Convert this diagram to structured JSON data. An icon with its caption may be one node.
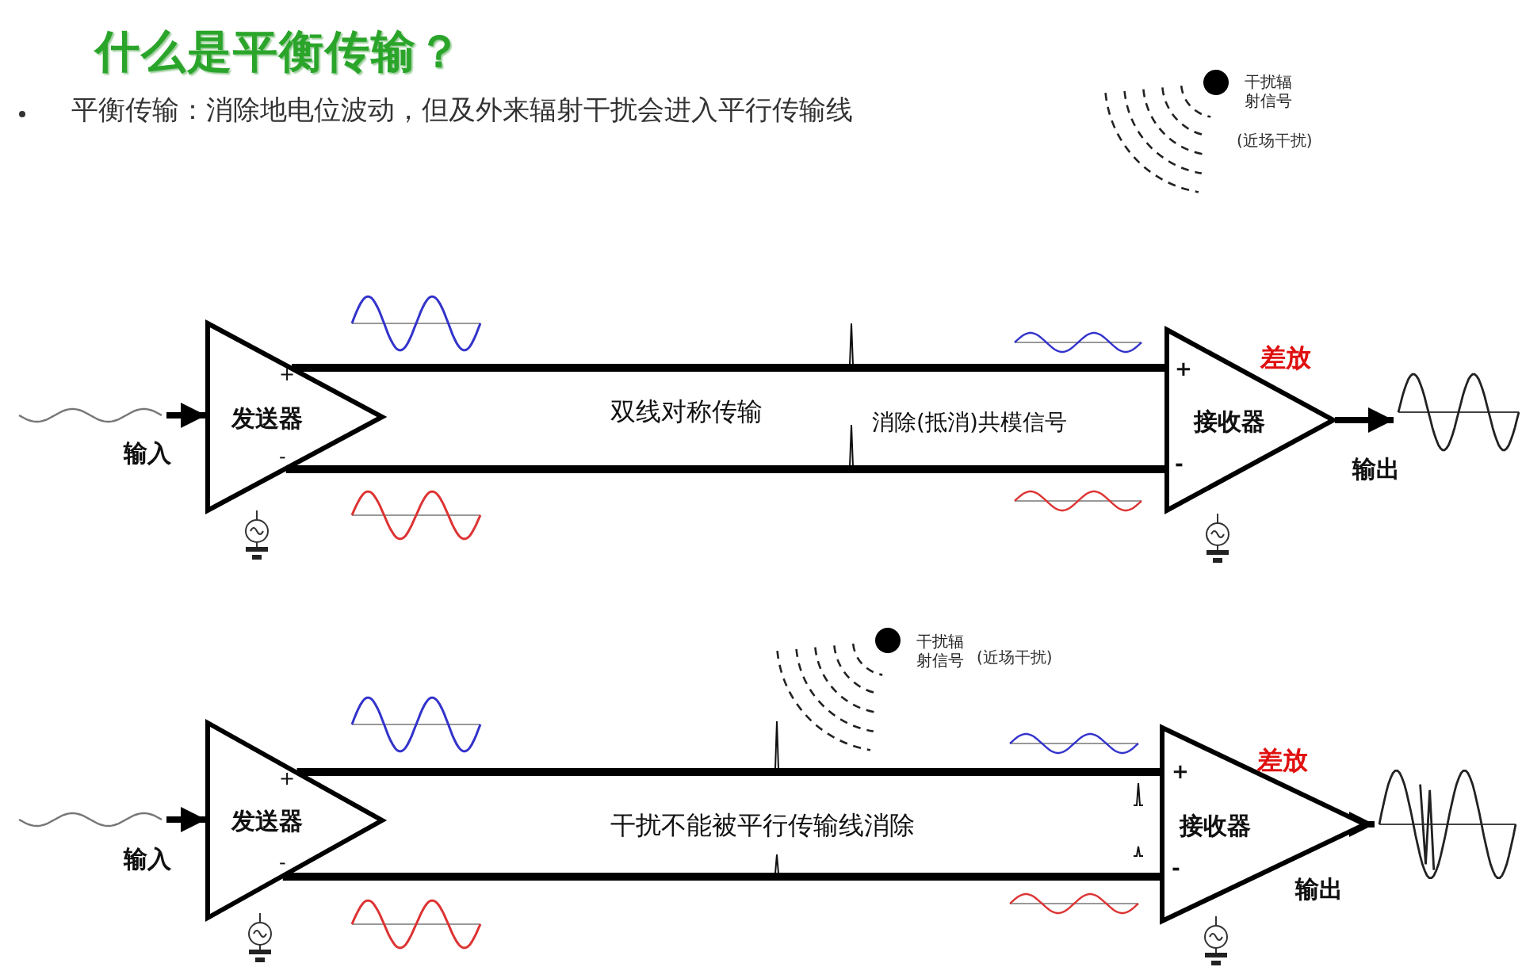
{
  "diagram": {
    "title": "什么是平衡传输？",
    "nodes": [
      {
        "text": [],
        "shape": "wave"
      },
      {
        "text": [
          "发送器"
        ]
      },
      {
        "text": [
          "接收器"
        ]
      },
      {
        "text": [],
        "shape": "wave"
      },
      {
        "text": [],
        "shape": "wave"
      },
      {
        "text": [
          "发送器"
        ]
      },
      {
        "text": [
          "接收器"
        ]
      },
      {
        "text": [],
        "shape": "wave"
      }
    ],
    "edges": [
      {
        "from": 0,
        "to": 1,
        "arrow": "to"
      },
      {
        "from": 1,
        "to": 2,
        "arrow": "none"
      },
      {
        "from": 1,
        "to": 2,
        "arrow": "none"
      },
      {
        "from": 2,
        "to": 3,
        "arrow": "to"
      },
      {
        "from": 4,
        "to": 5,
        "arrow": "to"
      },
      {
        "from": 5,
        "to": 6,
        "arrow": "none"
      },
      {
        "from": 5,
        "to": 6,
        "arrow": "none"
      },
      {
        "from": 6,
        "to": 7,
        "arrow": "to"
      }
    ],
    "labels": [
      "平衡传输：消除地电位波动，但及外来辐射干扰会进入平行传输线",
      "干扰辐射信号",
      "(近场干扰)",
      "差放",
      "+",
      "+",
      "双线对称传输",
      "消除(抵消)共模信号",
      "输入",
      "-",
      "-",
      "输出",
      "干扰辐射信号",
      "(近场干扰)",
      "差放",
      "+",
      "+",
      "干扰不能被平行传输线消除",
      "输入",
      "-",
      "-",
      "输出"
    ]
  }
}
